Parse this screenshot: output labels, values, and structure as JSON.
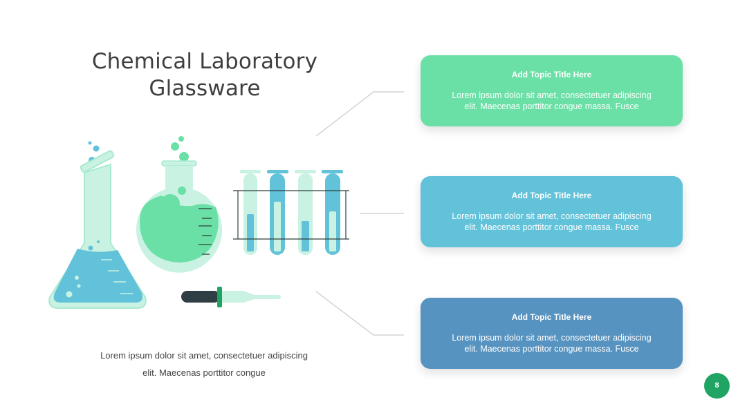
{
  "slide": {
    "title_line1": "Chemical Laboratory",
    "title_line2": "Glassware",
    "caption_line1": "Lorem ipsum dolor sit amet, consectetuer adipiscing",
    "caption_line2": "elit. Maecenas porttitor congue",
    "page_number": "8"
  },
  "cards": [
    {
      "title": "Add Topic Title Here",
      "body": "Lorem ipsum dolor sit amet, consectetuer adipiscing elit. Maecenas porttitor congue massa. Fusce",
      "color": "#6ae0a6"
    },
    {
      "title": "Add Topic Title Here",
      "body": "Lorem ipsum dolor sit amet, consectetuer adipiscing elit. Maecenas porttitor congue massa. Fusce",
      "color": "#62c2d9"
    },
    {
      "title": "Add Topic Title Here",
      "body": "Lorem ipsum dolor sit amet, consectetuer adipiscing elit. Maecenas porttitor congue massa. Fusce",
      "color": "#5793c0"
    }
  ],
  "icons": {
    "erlenmeyer": "erlenmeyer-flask-icon",
    "round_flask": "round-bottom-flask-icon",
    "test_tubes": "test-tube-rack-icon",
    "dropper": "dropper-icon"
  },
  "colors": {
    "mint": "#6ae0a6",
    "mint_light": "#c9f2e2",
    "aqua": "#62c2d9",
    "steel_blue": "#5793c0",
    "title_gray": "#3f3f3f",
    "badge_green": "#1fa463"
  }
}
